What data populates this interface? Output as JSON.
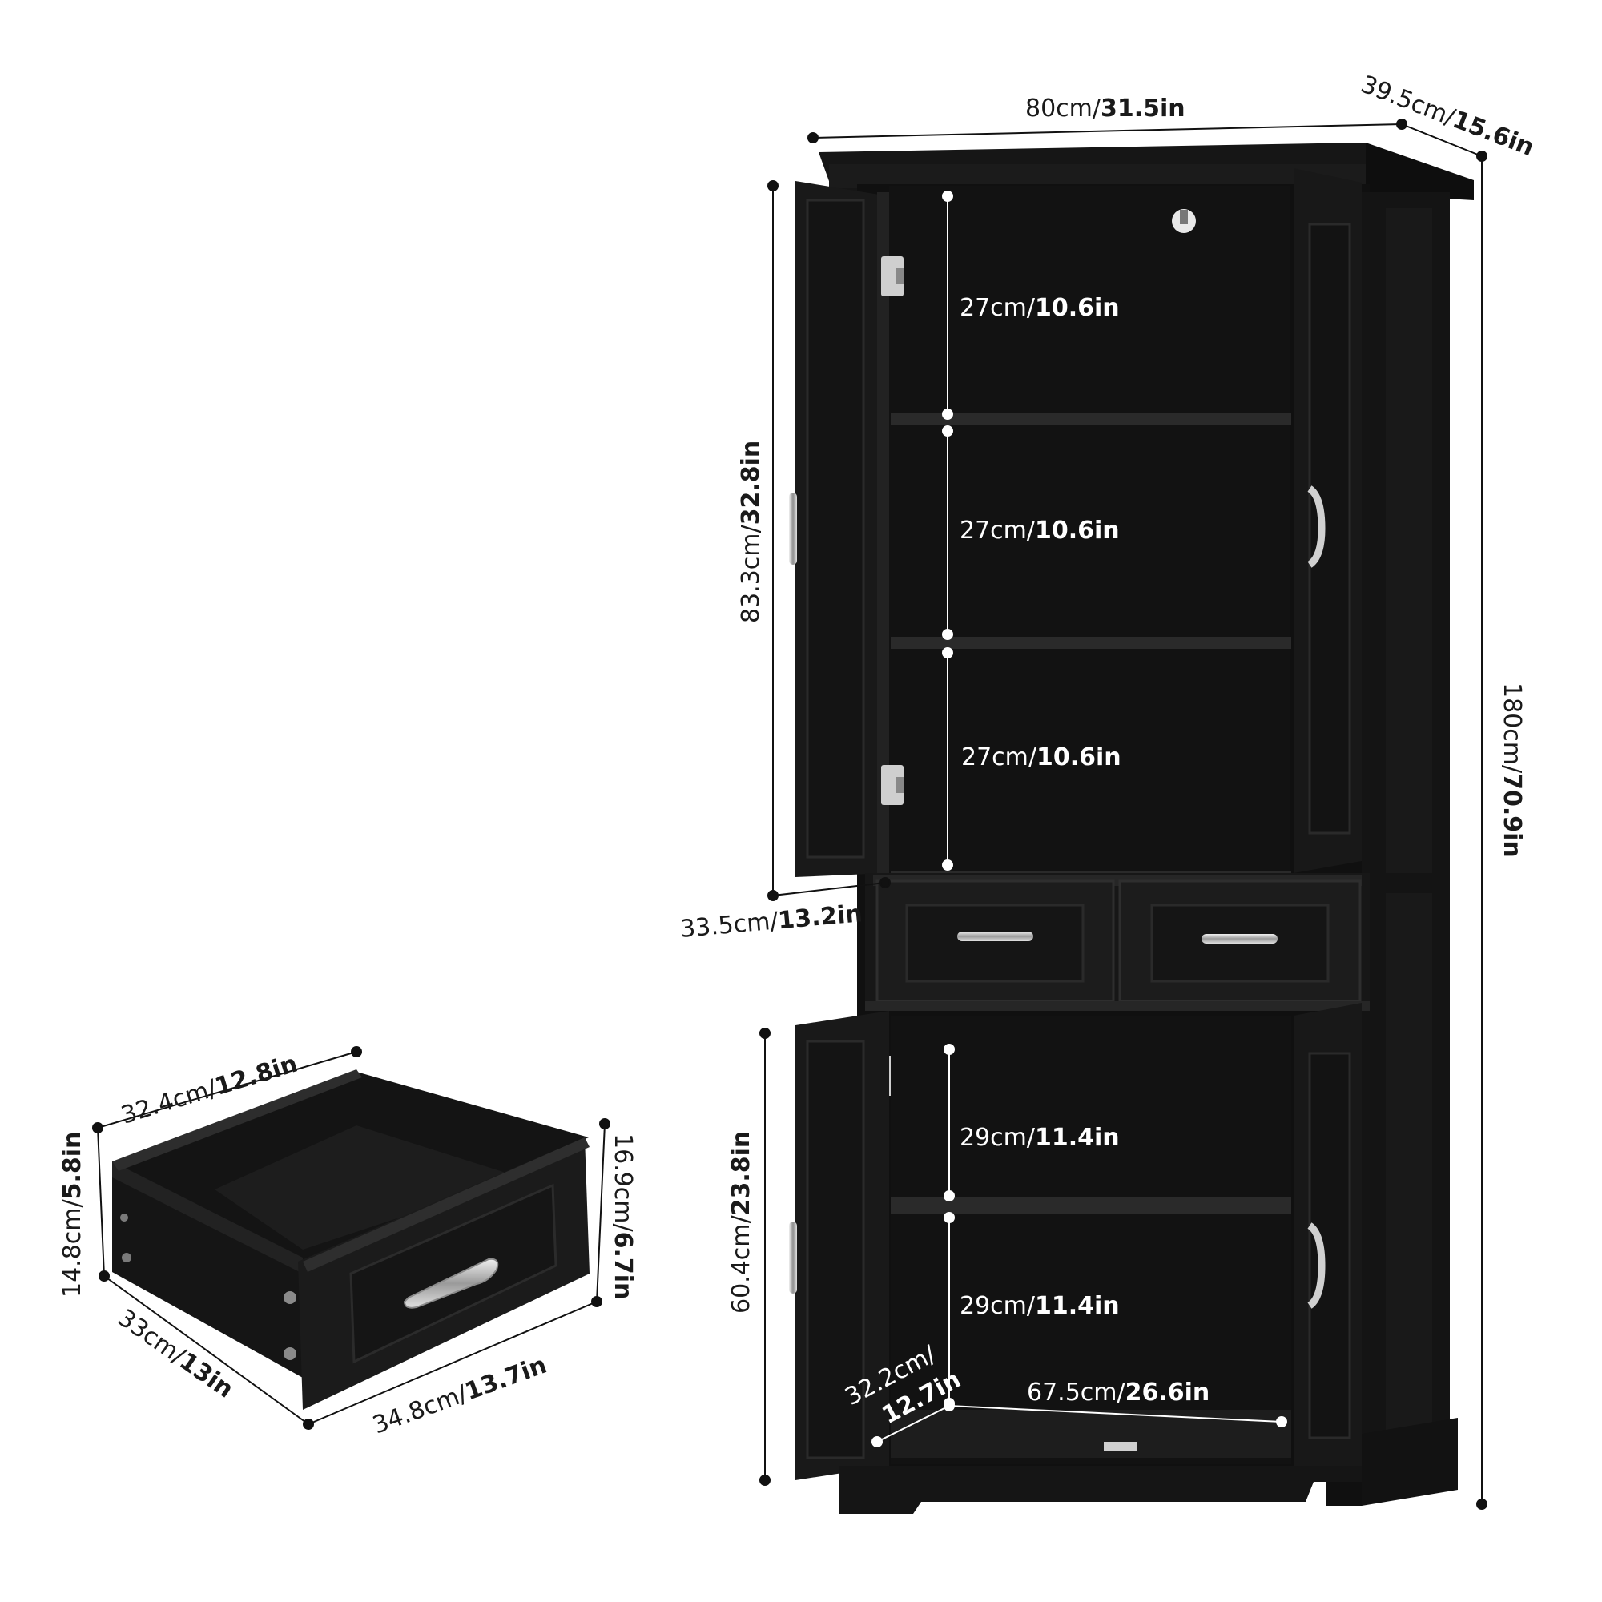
{
  "colors": {
    "cabinet": "#141414",
    "cabinet_panel": "#1e1e1e",
    "cabinet_edge": "#2b2b2b",
    "handle": "#c8c8c8",
    "dimension_line": "#111111",
    "inner_marker": "#ffffff"
  },
  "dimensions": {
    "overall_width": {
      "cm": "80cm/",
      "in": "31.5in"
    },
    "overall_depth": {
      "cm": "39.5cm/",
      "in": "15.6in"
    },
    "overall_height": {
      "cm": "180cm/",
      "in": "70.9in"
    },
    "upper_height": {
      "cm": "83.3cm/",
      "in": "32.8in"
    },
    "upper_depth": {
      "cm": "33.5cm/",
      "in": "13.2in"
    },
    "lower_height": {
      "cm": "60.4cm/",
      "in": "23.8in"
    },
    "upper_shelf_1": {
      "cm": "27cm/",
      "in": "10.6in"
    },
    "upper_shelf_2": {
      "cm": "27cm/",
      "in": "10.6in"
    },
    "upper_shelf_3": {
      "cm": "27cm/",
      "in": "10.6in"
    },
    "lower_shelf_1": {
      "cm": "29cm/",
      "in": "11.4in"
    },
    "lower_shelf_2": {
      "cm": "29cm/",
      "in": "11.4in"
    },
    "lower_inner_width": {
      "cm": "67.5cm/",
      "in": "26.6in"
    },
    "lower_inner_depth": {
      "cm": "32.2cm/",
      "in": "12.7in"
    }
  },
  "drawer_dimensions": {
    "inner_width": {
      "cm": "32.4cm/",
      "in": "12.8in"
    },
    "inner_height": {
      "cm": "14.8cm/",
      "in": "5.8in"
    },
    "depth": {
      "cm": "33cm/",
      "in": "13in"
    },
    "front_width": {
      "cm": "34.8cm/",
      "in": "13.7in"
    },
    "front_height": {
      "cm": "16.9cm/",
      "in": "6.7in"
    }
  }
}
